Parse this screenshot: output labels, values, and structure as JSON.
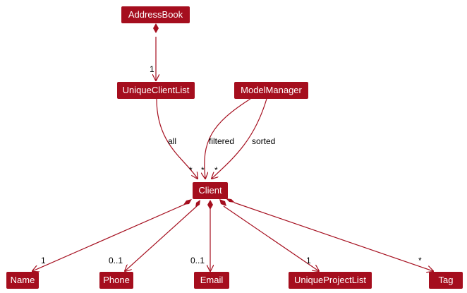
{
  "colors": {
    "node_fill": "#a50e1e",
    "node_text": "#ffffff",
    "edge": "#a50e1e",
    "label_text": "#000000"
  },
  "nodes": {
    "addressbook": "AddressBook",
    "unique_client_list": "UniqueClientList",
    "model_manager": "ModelManager",
    "client": "Client",
    "name": "Name",
    "phone": "Phone",
    "email": "Email",
    "unique_project_list": "UniqueProjectList",
    "tag": "Tag"
  },
  "edge_labels": {
    "addressbook_to_uniqueclientlist_mult": "1",
    "all": "all",
    "filtered": "filtered",
    "sorted": "sorted",
    "client_mult_1": "*",
    "client_mult_2": "*",
    "client_mult_3": "*",
    "name_mult": "1",
    "phone_mult": "0..1",
    "email_mult": "0..1",
    "project_mult": "1",
    "tag_mult": "*"
  }
}
